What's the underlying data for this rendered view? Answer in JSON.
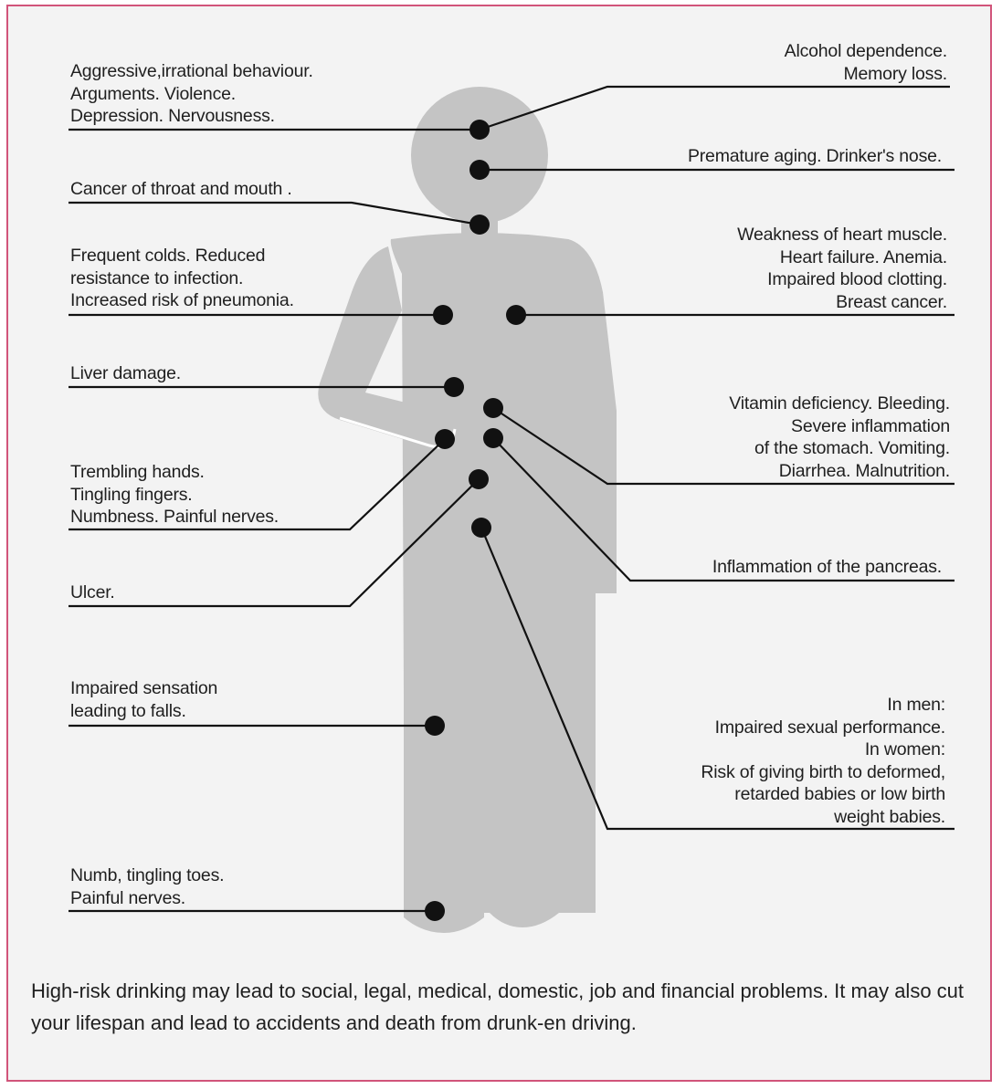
{
  "labels": {
    "behaviour": "Aggressive,irrational behaviour.\nArguments. Violence.\nDepression. Nervousness.",
    "throat": "Cancer of throat and mouth .",
    "colds": "Frequent colds. Reduced\nresistance to infection.\nIncreased risk of pneumonia.",
    "liver": "Liver damage.",
    "hands": "Trembling hands.\nTingling fingers.\nNumbness. Painful nerves.",
    "ulcer": "Ulcer.",
    "sensation": "Impaired sensation\nleading to falls.",
    "toes": "Numb, tingling toes.\nPainful nerves.",
    "alcohol": "Alcohol dependence.\nMemory loss.",
    "aging": "Premature aging. Drinker's nose.",
    "heart": "Weakness of heart muscle.\nHeart failure. Anemia.\nImpaired blood clotting.\nBreast cancer.",
    "vitamin": "Vitamin deficiency. Bleeding.\nSevere inflammation\nof the stomach. Vomiting.\nDiarrhea. Malnutrition.",
    "pancreas": "Inflammation of the pancreas.",
    "sexual": "In men:\nImpaired sexual performance.\nIn women:\nRisk of giving birth to deformed,\nretarded babies or low birth\nweight babies."
  },
  "caption": "High-risk drinking may lead to social, legal, medical, domestic, job and financial problems. It may also cut your lifespan and lead to accidents and death from drunk-en driving.",
  "colors": {
    "border": "#d1547a",
    "figure": "#c4c4c4",
    "background": "#f3f3f3",
    "ink": "#111111"
  }
}
